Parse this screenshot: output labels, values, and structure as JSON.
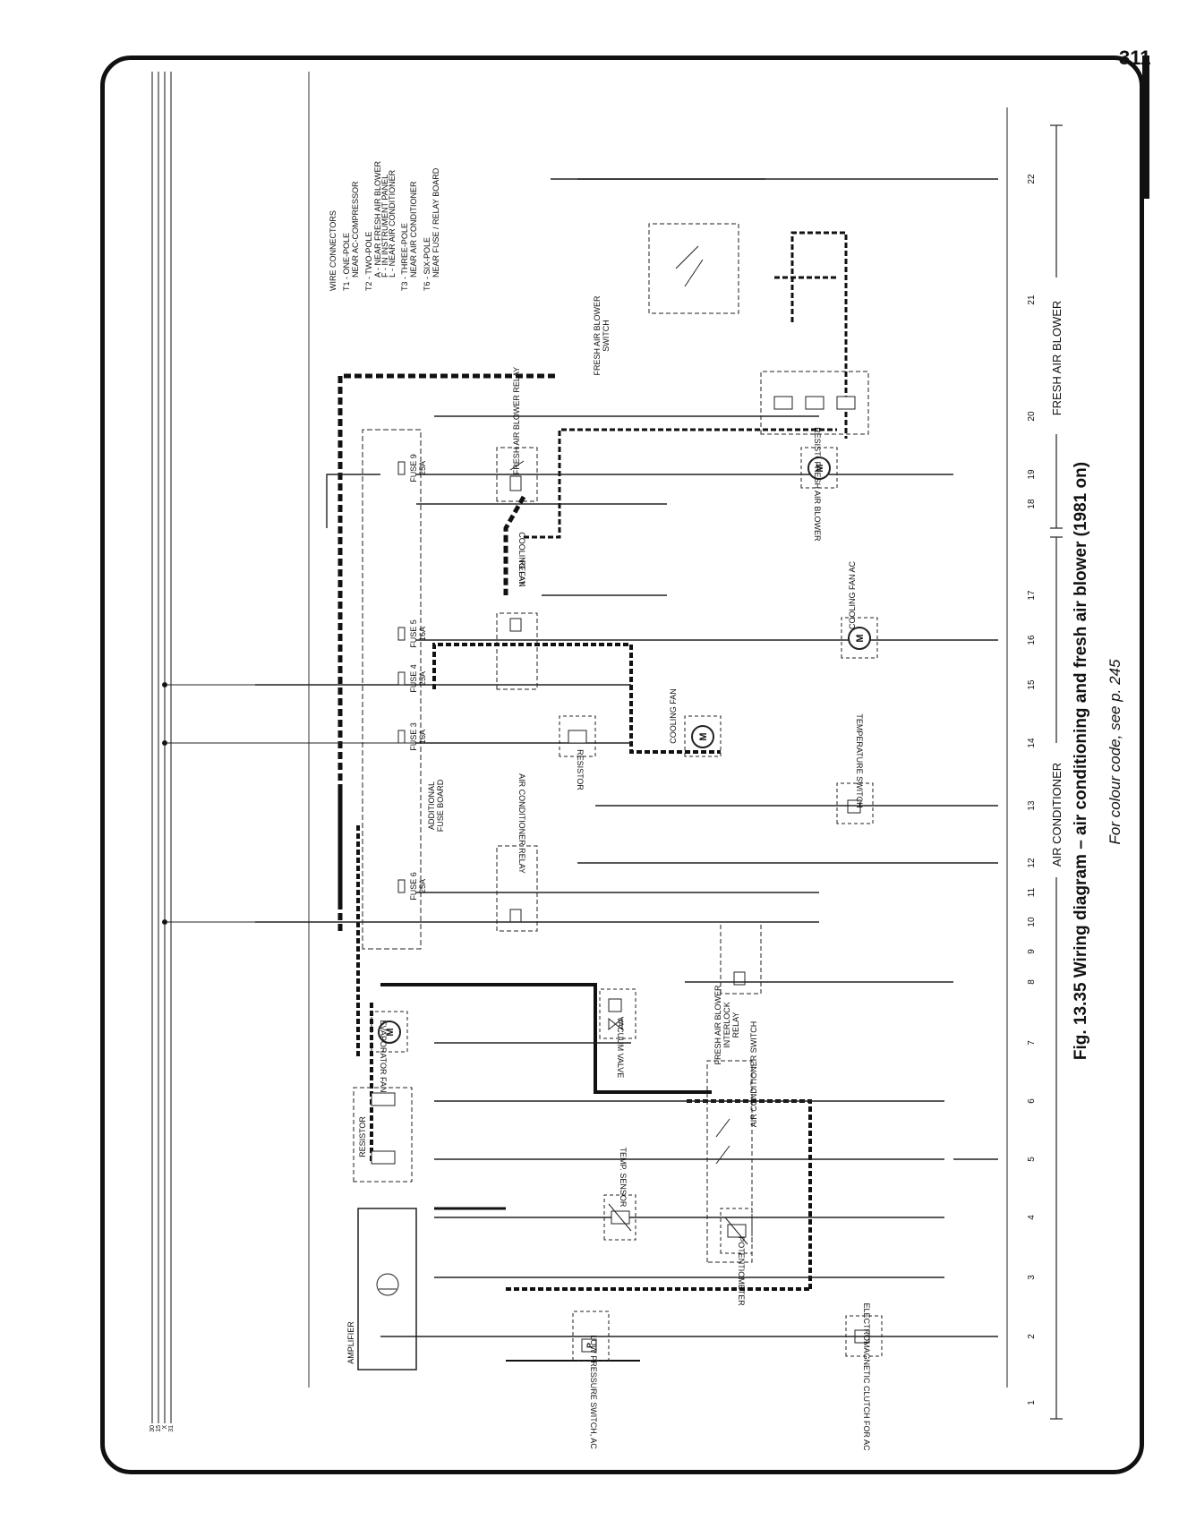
{
  "page_number": "311",
  "figure": {
    "caption": "Fig. 13.35 Wiring diagram – air conditioning and fresh air blower (1981 on)",
    "subcaption": "For colour code, see p. 245"
  },
  "sections": {
    "air_conditioner": "AIR CONDITIONER",
    "fresh_air_blower": "FRESH AIR BLOWER"
  },
  "columns": [
    "1",
    "2",
    "3",
    "4",
    "5",
    "6",
    "7",
    "8",
    "9",
    "10",
    "11",
    "12",
    "13",
    "14",
    "15",
    "16",
    "17",
    "18",
    "19",
    "20",
    "21",
    "22"
  ],
  "busbars": [
    "30",
    "15",
    "X",
    "31"
  ],
  "legend": {
    "title": "WIRE CONNECTORS",
    "t1": "T1 - ONE-POLE",
    "t1_note": "NEAR AC-COMPRESSOR",
    "t2": "T2 - TWO-POLE",
    "t2_a": "A - NEAR FRESH AIR BLOWER",
    "t2_f": "F - IN INSTRUMENT PANEL",
    "t2_l": "L - NEAR AIR CONDITIONER",
    "t3": "T3 - THREE-POLE",
    "t3_note": "NEAR AIR CONDITIONER",
    "t6": "T6 - SIX-POLE",
    "t6_note": "NEAR FUSE / RELAY BOARD"
  },
  "components": {
    "fuse9": "FUSE 9",
    "fuse9_rating": "25A",
    "fuse5": "FUSE 5",
    "fuse5_rating": "16A",
    "fuse4": "FUSE 4",
    "fuse4_rating": "25A",
    "fuse3": "FUSE 3",
    "fuse3_rating": "16A",
    "fuse6": "FUSE 6",
    "fuse6_rating": "25A",
    "fuse_board_1": "ADDITIONAL",
    "fuse_board_2": "FUSE BOARD",
    "fresh_air_blower_relay": "FRESH AIR BLOWER RELAY",
    "fresh_air_blower_switch_1": "FRESH AIR BLOWER",
    "fresh_air_blower_switch_2": "SWITCH",
    "resistor": "RESISTOR",
    "fresh_air_blower": "FRESH AIR BLOWER",
    "cooling_fan_relay_1": "COOLING FAN",
    "cooling_fan_relay_2": "RELAY",
    "cooling_fan_ac": "COOLING FAN AC",
    "cooling_fan": "COOLING FAN",
    "temperature_switch": "TEMPERATURE SWITCH",
    "air_conditioner_relay": "AIR CONDITIONER RELAY",
    "fresh_air_blower_interlock_relay_1": "FRESH AIR BLOWER",
    "fresh_air_blower_interlock_relay_2": "INTERLOCK",
    "fresh_air_blower_interlock_relay_3": "RELAY",
    "evaporator_fan": "EVAPORATOR FAN",
    "vacuum_valve": "VACUUM VALVE",
    "air_conditioner_switch": "AIR CONDITIONER SWITCH",
    "temp_sensor": "TEMP. SENSOR",
    "potentiometer": "POTENTIOMETER",
    "amplifier": "AMPLIFIER",
    "low_pressure_switch": "LOW PRESSURE SWITCH, AC",
    "electromagnetic_clutch": "ELECTROMAGNETIC CLUTCH FOR AC"
  }
}
